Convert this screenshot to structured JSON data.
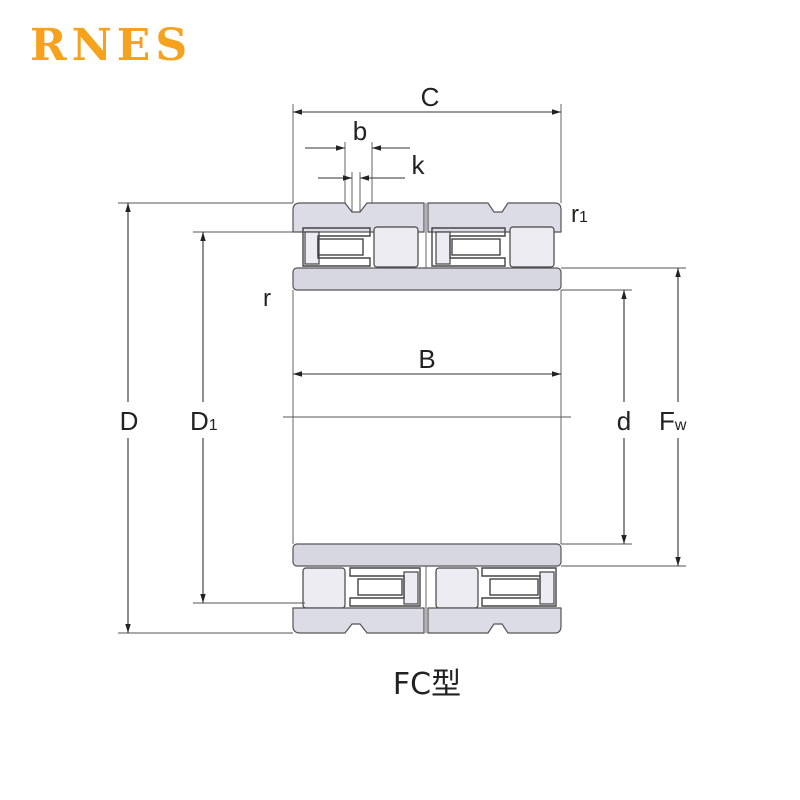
{
  "brand": {
    "logo_text": "RNES",
    "color": "#f6a21c"
  },
  "diagram": {
    "labels": {
      "C": "C",
      "b": "b",
      "k": "k",
      "r1": "r",
      "r1_sub": "1",
      "r": "r",
      "B": "B",
      "D": "D",
      "D1": "D",
      "D1_sub": "1",
      "d": "d",
      "Fw": "F",
      "Fw_sub": "w"
    },
    "caption": "FC型"
  }
}
